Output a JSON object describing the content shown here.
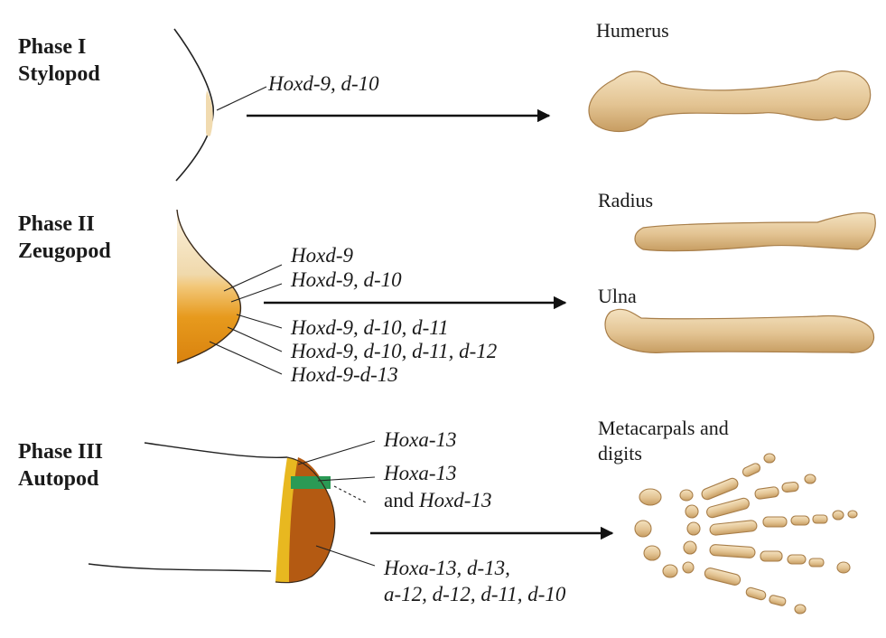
{
  "phases": [
    {
      "name": "Phase I",
      "segment": "Stylopod"
    },
    {
      "name": "Phase II",
      "segment": "Zeugopod"
    },
    {
      "name": "Phase III",
      "segment": "Autopod"
    }
  ],
  "phase1": {
    "genes": [
      "Hoxd-9, d-10"
    ],
    "bone": "Humerus"
  },
  "phase2": {
    "genes": [
      "Hoxd-9",
      "Hoxd-9, d-10",
      "Hoxd-9, d-10, d-11",
      "Hoxd-9, d-10, d-11, d-12",
      "Hoxd-9-d-13"
    ],
    "bones": [
      "Radius",
      "Ulna"
    ]
  },
  "phase3": {
    "genes": {
      "g1": "Hoxa-13",
      "g2_line1": "Hoxa-13",
      "g2_and": "and",
      "g2_gene": "Hoxd-13",
      "g3_line1": "Hoxa-13, d-13,",
      "g3_line2": "a-12, d-12, d-11, d-10"
    },
    "bone_line1": "Metacarpals and",
    "bone_line2": "digits"
  },
  "colors": {
    "bone": "#e6c89a",
    "zone_light": "#f3dcb0",
    "zone_orange": "#e08a12",
    "zone_dark": "#b85a10",
    "zone_yellow": "#e8b820",
    "zone_green": "#2a9a55"
  }
}
